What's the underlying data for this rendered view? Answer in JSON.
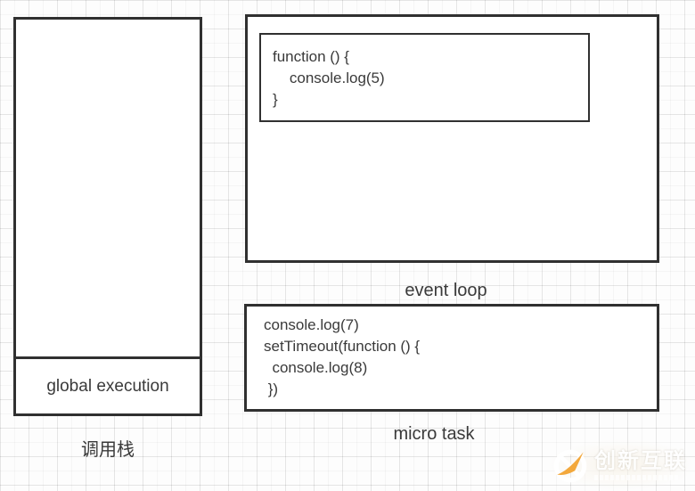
{
  "page": {
    "background_color": "#fdfdfd",
    "grid_color": "#e9e9e9",
    "stroke_color": "#303030"
  },
  "call_stack": {
    "frame_label": "global execution",
    "caption": "调用栈"
  },
  "event_loop": {
    "caption": "event loop",
    "callback_code": [
      "function () {",
      "    console.log(5)",
      "}"
    ]
  },
  "micro_task": {
    "caption": "micro task",
    "code": [
      "console.log(7)",
      "setTimeout(function () {",
      "  console.log(8)",
      " })"
    ]
  },
  "watermark": {
    "brand": "创新互联",
    "accent_color": "#f3a83c",
    "logo": "circle-x-swoosh"
  }
}
